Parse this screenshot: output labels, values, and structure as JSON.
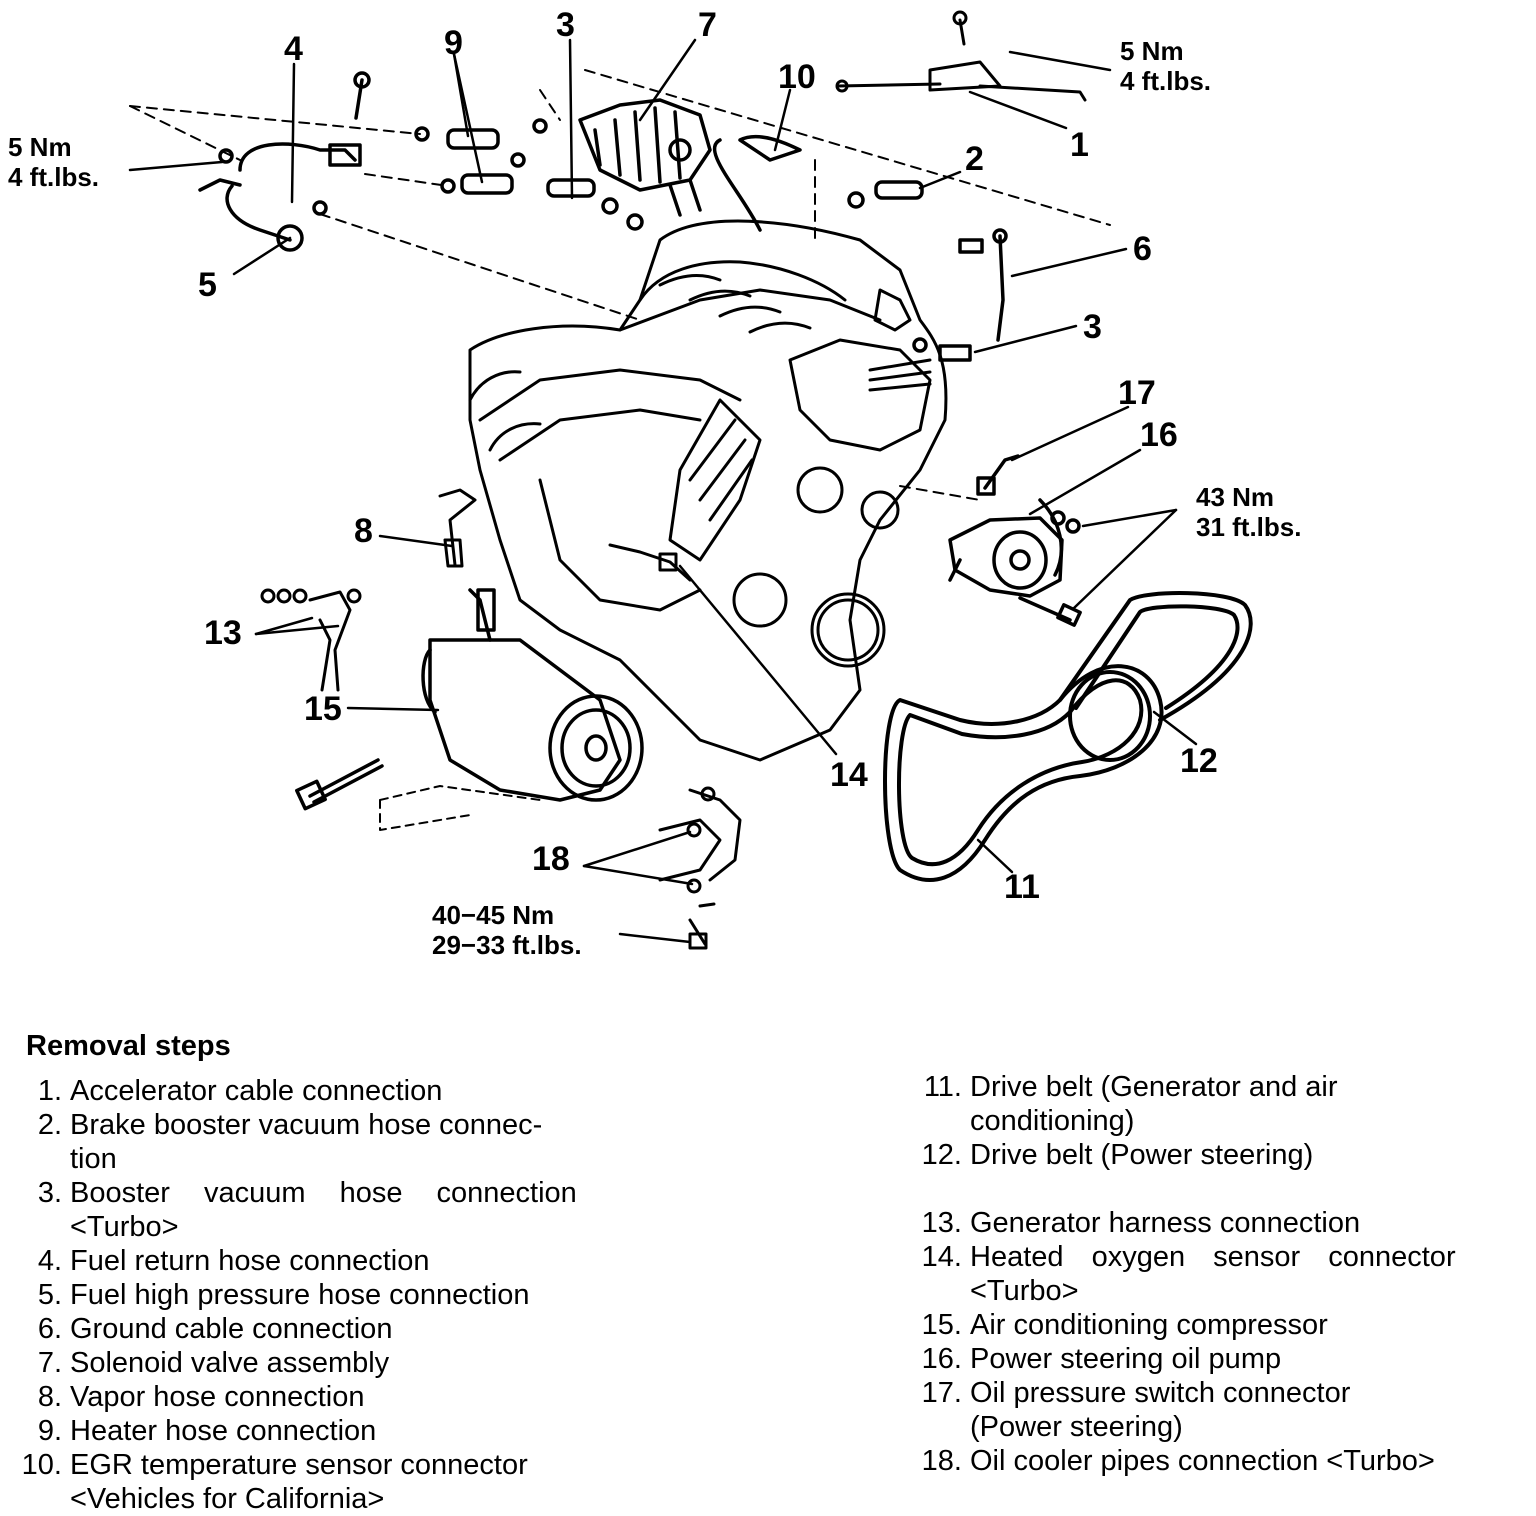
{
  "callouts": {
    "c1": "1",
    "c2": "2",
    "c3a": "3",
    "c3b": "3",
    "c4": "4",
    "c5": "5",
    "c6": "6",
    "c7": "7",
    "c8": "8",
    "c9": "9",
    "c10": "10",
    "c11": "11",
    "c12": "12",
    "c13": "13",
    "c14": "14",
    "c15": "15",
    "c16": "16",
    "c17": "17",
    "c18": "18"
  },
  "torque": {
    "top_right": [
      "5 Nm",
      "4 ft.lbs."
    ],
    "top_left": [
      "5 Nm",
      "4 ft.lbs."
    ],
    "pump": [
      "43 Nm",
      "31 ft.lbs."
    ],
    "bottom": [
      "40−45 Nm",
      "29−33 ft.lbs."
    ]
  },
  "removal": {
    "title": "Removal steps",
    "left": [
      {
        "n": "1.",
        "text": "Accelerator cable connection"
      },
      {
        "n": "2.",
        "text": "Brake booster vacuum hose connec-",
        "text2": "tion"
      },
      {
        "n": "3.",
        "text": "Booster vacuum hose connection",
        "text2": "<Turbo>"
      },
      {
        "n": "4.",
        "text": "Fuel return hose connection"
      },
      {
        "n": "5.",
        "text": "Fuel high pressure hose connection"
      },
      {
        "n": "6.",
        "text": "Ground cable connection"
      },
      {
        "n": "7.",
        "text": "Solenoid valve assembly"
      },
      {
        "n": "8.",
        "text": "Vapor hose connection"
      },
      {
        "n": "9.",
        "text": "Heater hose connection"
      },
      {
        "n": "10.",
        "text": "EGR temperature sensor connector",
        "text2": "<Vehicles for California>"
      }
    ],
    "right": [
      {
        "n": "11.",
        "text": "Drive belt (Generator and air",
        "text2": "conditioning)"
      },
      {
        "n": "12.",
        "text": "Drive belt (Power steering)"
      },
      {
        "n": "13.",
        "text": "Generator harness connection"
      },
      {
        "n": "14.",
        "text": "Heated oxygen sensor connector",
        "text2": "<Turbo>"
      },
      {
        "n": "15.",
        "text": "Air conditioning compressor"
      },
      {
        "n": "16.",
        "text": "Power steering oil pump"
      },
      {
        "n": "17.",
        "text": "Oil pressure switch connector",
        "text2": "(Power steering)"
      },
      {
        "n": "18.",
        "text": "Oil cooler pipes connection <Turbo>"
      }
    ]
  }
}
